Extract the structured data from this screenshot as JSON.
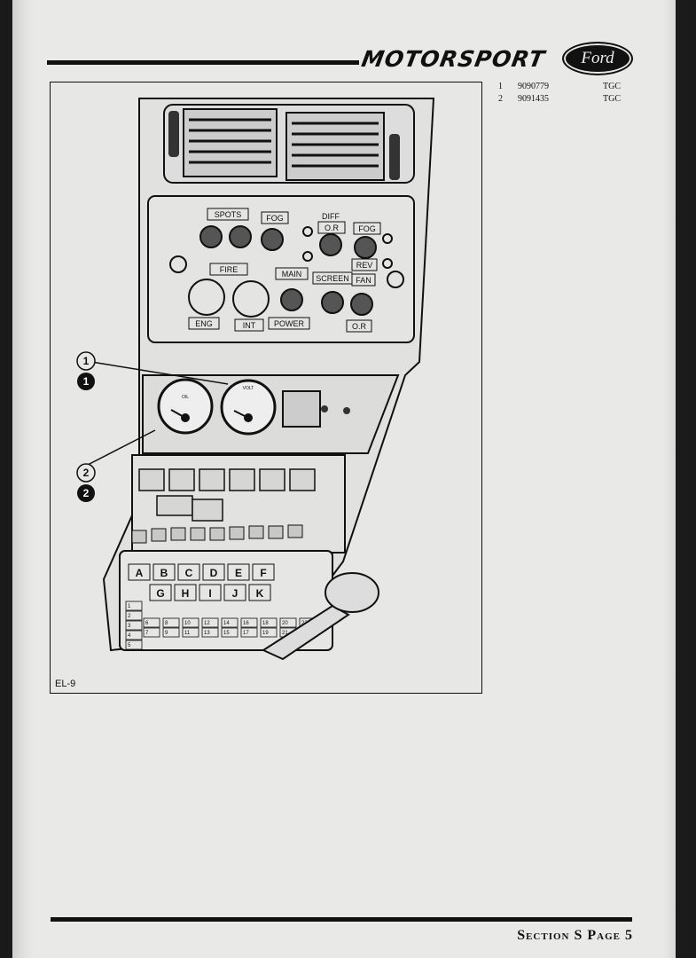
{
  "header": {
    "brand": "MOTORSPORT",
    "logo_text": "Ford"
  },
  "figure": {
    "label": "EL-9",
    "callouts": [
      "1",
      "1",
      "2",
      "2"
    ],
    "panel_labels": {
      "spots": "SPOTS",
      "fog_left": "FOG",
      "diff": "DIFF",
      "diff_or": "O.R",
      "fog_right": "FOG",
      "rev": "REV",
      "fire": "FIRE",
      "main": "MAIN",
      "screen": "SCREEN",
      "fan": "FAN",
      "eng": "ENG",
      "int": "INT",
      "power": "POWER",
      "or": "O.R"
    },
    "gauge_labels": {
      "left": "OIL",
      "right": "VOLT"
    },
    "fuse_letters_top": [
      "A",
      "B",
      "C",
      "D",
      "E",
      "F"
    ],
    "fuse_letters_bottom": [
      "G",
      "H",
      "I",
      "J",
      "K"
    ],
    "fuse_numbers": [
      "1",
      "2",
      "3",
      "4",
      "5",
      "6",
      "7",
      "8",
      "9",
      "10",
      "11",
      "12",
      "13",
      "14",
      "15",
      "16",
      "17",
      "18",
      "19",
      "20",
      "21",
      "22"
    ]
  },
  "parts_list": [
    {
      "num": "1",
      "code": "9090779",
      "supplier": "TGC"
    },
    {
      "num": "2",
      "code": "9091435",
      "supplier": "TGC"
    }
  ],
  "footer": {
    "section": "Section S  Page 5"
  }
}
